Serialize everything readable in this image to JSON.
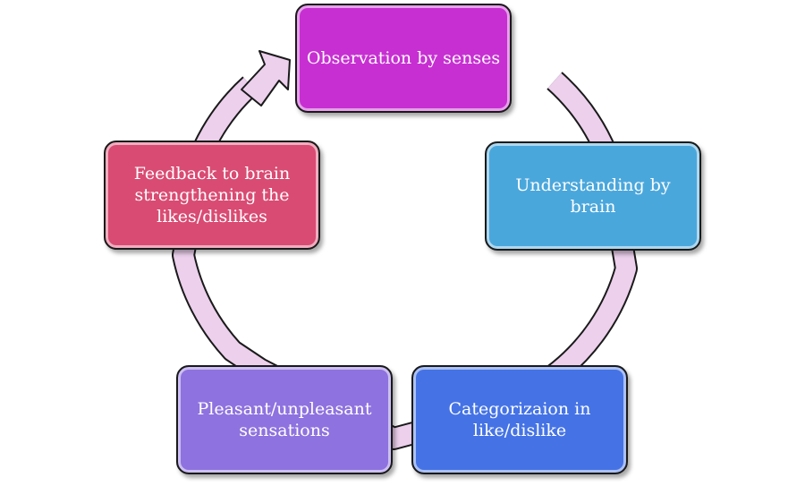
{
  "diagram": {
    "type": "cycle",
    "ring_color": "#ecd0ec",
    "ring_outline": "#1a1a1a",
    "nodes": [
      {
        "id": "observation",
        "label": "Observation by senses",
        "color": "#c72fd2"
      },
      {
        "id": "understanding",
        "label": "Understanding by brain",
        "color": "#4aa7dc"
      },
      {
        "id": "categorization",
        "label": "Categorizaion in like/dislike",
        "color": "#4573e6"
      },
      {
        "id": "sensations",
        "label": "Pleasant/unpleasant sensations",
        "color": "#8e72df"
      },
      {
        "id": "feedback",
        "label": "Feedback to brain strengthening the likes/dislikes",
        "color": "#d94b72"
      }
    ]
  }
}
